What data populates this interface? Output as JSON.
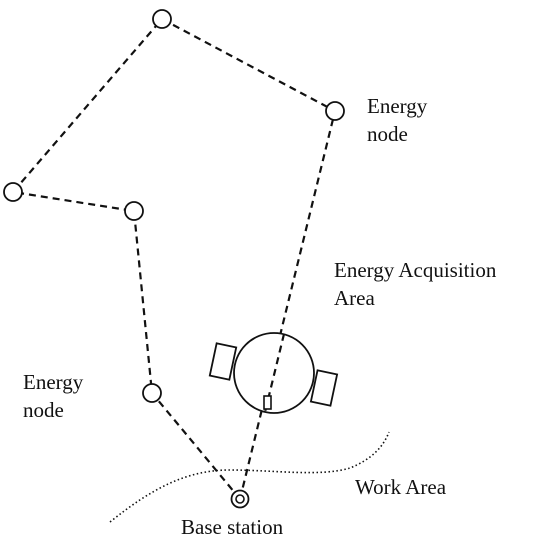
{
  "labels": {
    "energy_node_upper": [
      "Energy",
      "node"
    ],
    "energy_node_lower": [
      "Energy",
      "node"
    ],
    "acquisition_area": [
      "Energy Acquisition",
      "Area"
    ],
    "work_area": "Work Area",
    "base_station": "Base station"
  },
  "colors": {
    "stroke": "#111111",
    "background": "#ffffff"
  },
  "icons": {
    "node": "hollow-circle",
    "base_station": "double-circle",
    "robot": "circle-with-side-panels"
  }
}
